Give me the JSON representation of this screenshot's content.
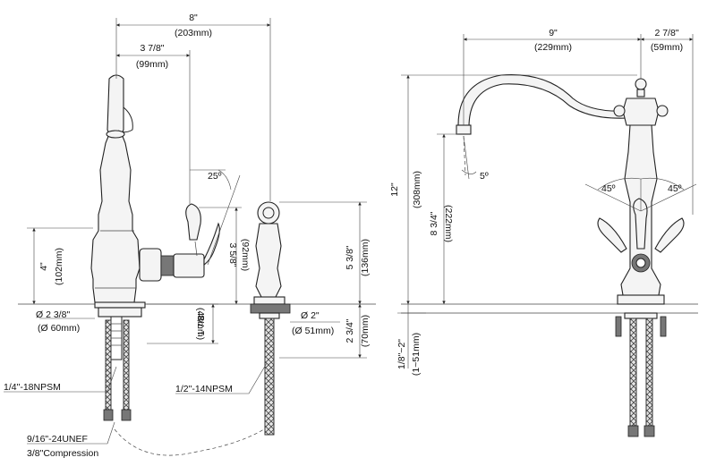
{
  "left_view": {
    "width_overall": "8\"",
    "width_overall_mm": "(203mm)",
    "width_handle": "3 7/8\"",
    "width_handle_mm": "(99mm)",
    "angle_handle": "25º",
    "height_body": "4\"",
    "height_body_mm": "(102mm)",
    "height_handle": "3 5/8\"",
    "height_handle_mm": "(92mm)",
    "base_diameter": "Ø 2 3/8\"",
    "base_diameter_mm": "(Ø 60mm)",
    "shank_length": "1 7/8\"",
    "shank_length_mm": "(48mm)",
    "thread_supply": "1/4\"-18NPSM",
    "connector_thread": "9/16\"-24UNEF",
    "connector_compression": "3/8\"Compression"
  },
  "spray_view": {
    "height_spray": "5 3/8\"",
    "height_spray_mm": "(136mm)",
    "base_diameter": "Ø 2\"",
    "base_diameter_mm": "(Ø 51mm)",
    "shank_length": "2 3/4\"",
    "shank_length_mm": "(70mm)",
    "thread_hose": "1/2\"-14NPSM"
  },
  "right_view": {
    "spout_reach": "9\"",
    "spout_reach_mm": "(229mm)",
    "handle_offset": "2 7/8\"",
    "handle_offset_mm": "(59mm)",
    "height_overall": "12\"",
    "height_overall_mm": "(308mm)",
    "height_spout": "8 3/4\"",
    "height_spout_mm": "(222mm)",
    "spout_angle": "5º",
    "handle_angle_left": "45º",
    "handle_angle_right": "45º",
    "deck_thickness": "1/8\"~2\"",
    "deck_thickness_mm": "(1~51mm)"
  }
}
